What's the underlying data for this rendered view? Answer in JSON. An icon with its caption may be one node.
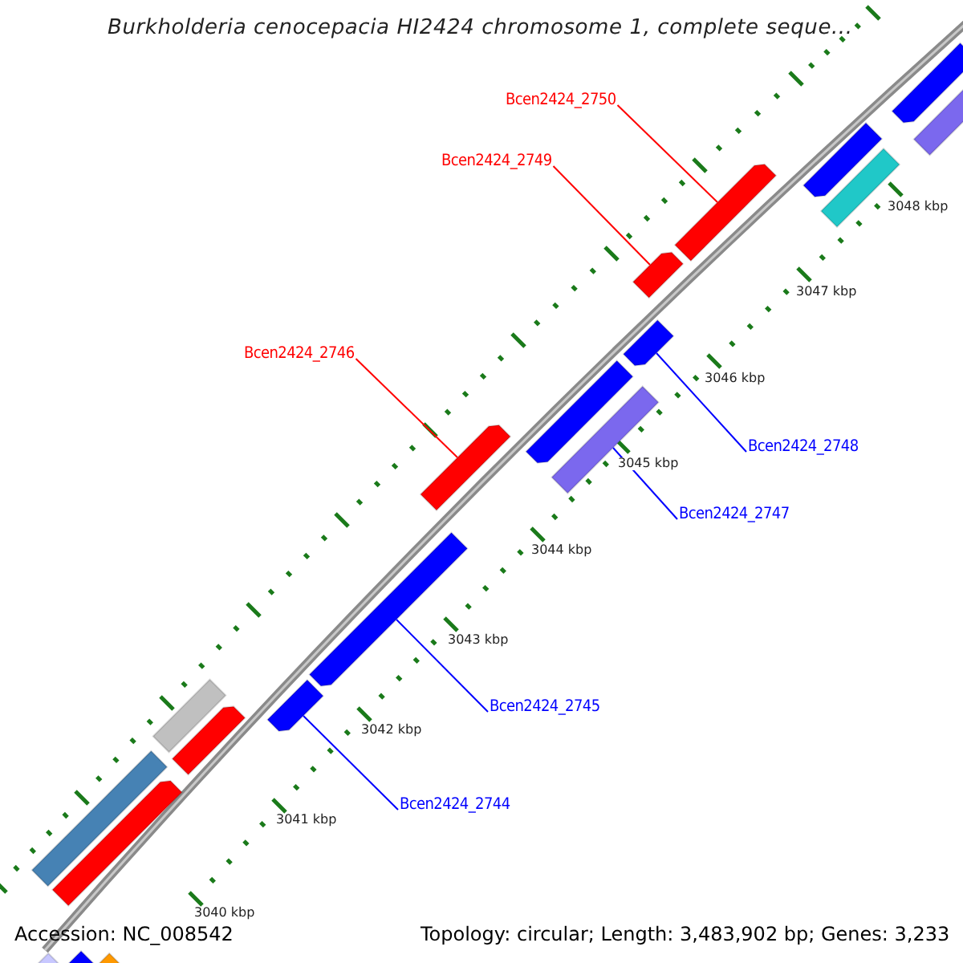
{
  "diagram": {
    "title": "Burkholderia cenocepacia HI2424 chromosome 1, complete seque...",
    "nodes": [
      {
        "text": [
          "Bcen2424_2750"
        ]
      },
      {
        "text": [
          "Bcen2424_2749"
        ]
      },
      {
        "text": [
          "Bcen2424_2746"
        ]
      },
      {
        "text": [
          "Bcen2424_2748"
        ]
      },
      {
        "text": [
          "Bcen2424_2747"
        ]
      },
      {
        "text": [
          "Bcen2424_2745"
        ]
      },
      {
        "text": [
          "Bcen2424_2744"
        ]
      },
      {
        "text": [],
        "shape": "bar"
      },
      {
        "text": [],
        "shape": "bar"
      },
      {
        "text": [],
        "shape": "bar"
      },
      {
        "text": [],
        "shape": "bar"
      },
      {
        "text": [],
        "shape": "bar"
      },
      {
        "text": [],
        "shape": "bar"
      },
      {
        "text": [],
        "shape": "bar"
      },
      {
        "text": [],
        "shape": "bar"
      },
      {
        "text": [],
        "shape": "bar"
      },
      {
        "text": [],
        "shape": "bar"
      },
      {
        "text": [],
        "shape": "bar"
      },
      {
        "text": [],
        "shape": "bar"
      },
      {
        "text": [],
        "shape": "bar"
      },
      {
        "text": [],
        "shape": "bar"
      },
      {
        "text": [],
        "shape": "bar"
      },
      {
        "text": [],
        "shape": "bar"
      },
      {
        "text": [],
        "shape": "bar"
      },
      {
        "text": [],
        "shape": "bar"
      },
      {
        "text": [],
        "shape": "bar"
      }
    ],
    "edges": [
      {
        "from": 0,
        "to": 7,
        "arrow": "none",
        "color": "#ff0000"
      },
      {
        "from": 1,
        "to": 8,
        "arrow": "none",
        "color": "#ff0000"
      },
      {
        "from": 2,
        "to": 9,
        "arrow": "none",
        "color": "#ff0000"
      },
      {
        "from": 3,
        "to": 10,
        "arrow": "none"
      },
      {
        "from": 4,
        "to": 11,
        "arrow": "none"
      },
      {
        "from": 5,
        "to": 12,
        "arrow": "none"
      },
      {
        "from": 6,
        "to": 13,
        "arrow": "none"
      }
    ],
    "labels": [
      "3048 kbp",
      "3047 kbp",
      "3046 kbp",
      "3045 kbp",
      "3044 kbp",
      "3043 kbp",
      "3042 kbp",
      "3041 kbp",
      "3040 kbp",
      "Accession: NC_008542",
      "Topology: circular; Length: 3,483,902 bp; Genes: 3,233"
    ]
  }
}
